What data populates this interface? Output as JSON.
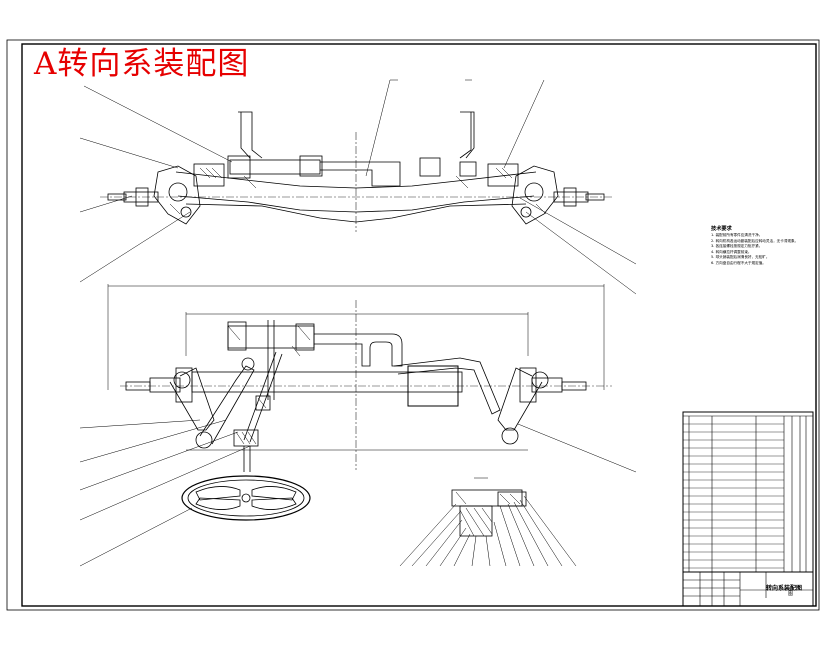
{
  "drawing": {
    "title": "A转向系装配图"
  },
  "technical_requirements": {
    "heading": "技术要求",
    "items": [
      "1. 装配前所有零件应清洗干净。",
      "2. 转向机构各运动副装配后应转动灵活，无卡滞现象。",
      "3. 各连接螺栓按规定力矩拧紧。",
      "4. 转向横拉杆调整前束。",
      "5. 球头销装配后润滑良好，无松旷。",
      "6. 方向盘自由行程不大于规定值。"
    ]
  },
  "title_block": {
    "title": "转向系装配图",
    "subtitle": "图"
  }
}
